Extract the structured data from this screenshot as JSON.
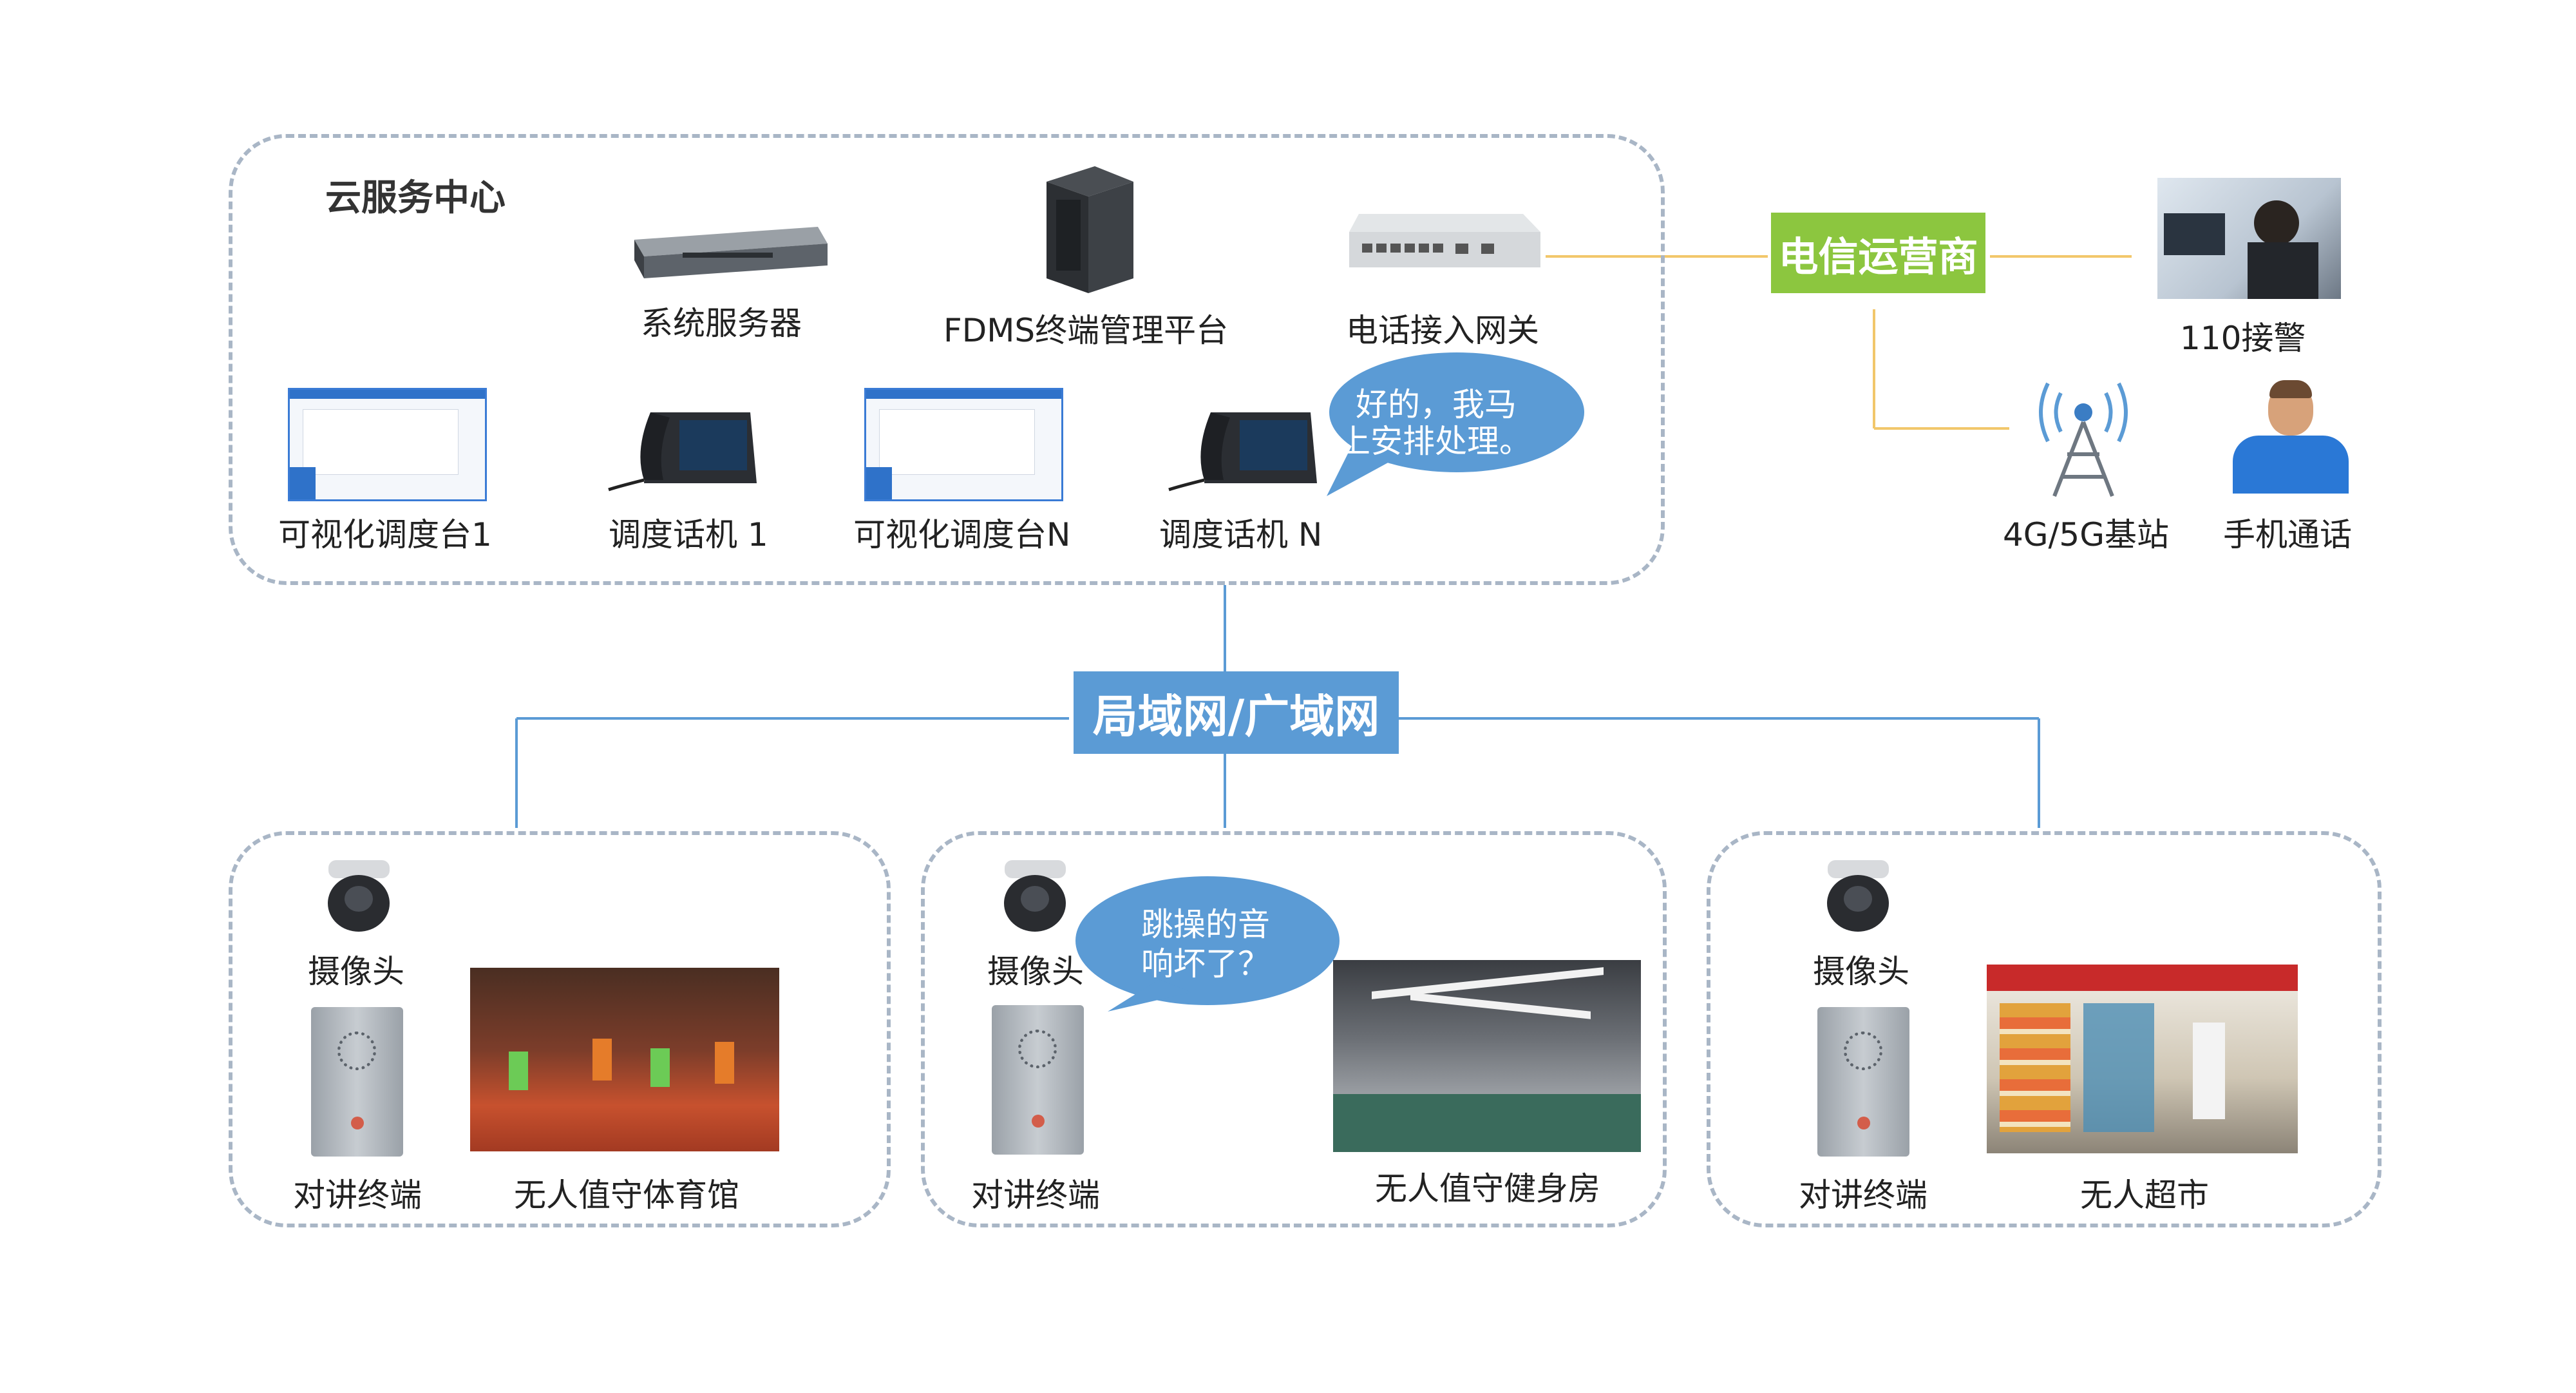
{
  "cloud": {
    "title": "云服务中心",
    "system_server": "系统服务器",
    "fdms_platform": "FDMS终端管理平台",
    "phone_gateway": "电话接入网关",
    "console_1": "可视化调度台1",
    "phone_1": "调度话机 1",
    "console_n": "可视化调度台N",
    "phone_n": "调度话机 N",
    "bubble_line1": "好的，我马",
    "bubble_line2": "上安排处理。"
  },
  "carrier": {
    "label": "电信运营商",
    "police": "110接警",
    "base_station": "4G/5G基站",
    "mobile_call": "手机通话"
  },
  "network": {
    "label": "局域网/广域网"
  },
  "sites": [
    {
      "camera": "摄像头",
      "intercom": "对讲终端",
      "venue": "无人值守体育馆"
    },
    {
      "camera": "摄像头",
      "intercom": "对讲终端",
      "venue": "无人值守健身房",
      "bubble_line1": "跳操的音",
      "bubble_line2": "响坏了？"
    },
    {
      "camera": "摄像头",
      "intercom": "对讲终端",
      "venue": "无人超市"
    }
  ],
  "colors": {
    "green": "#8cc63f",
    "blue": "#5b9bd5",
    "line_yellow": "#f2c76b",
    "line_blue": "#5b9bd5",
    "dash": "#a9b6c6"
  }
}
